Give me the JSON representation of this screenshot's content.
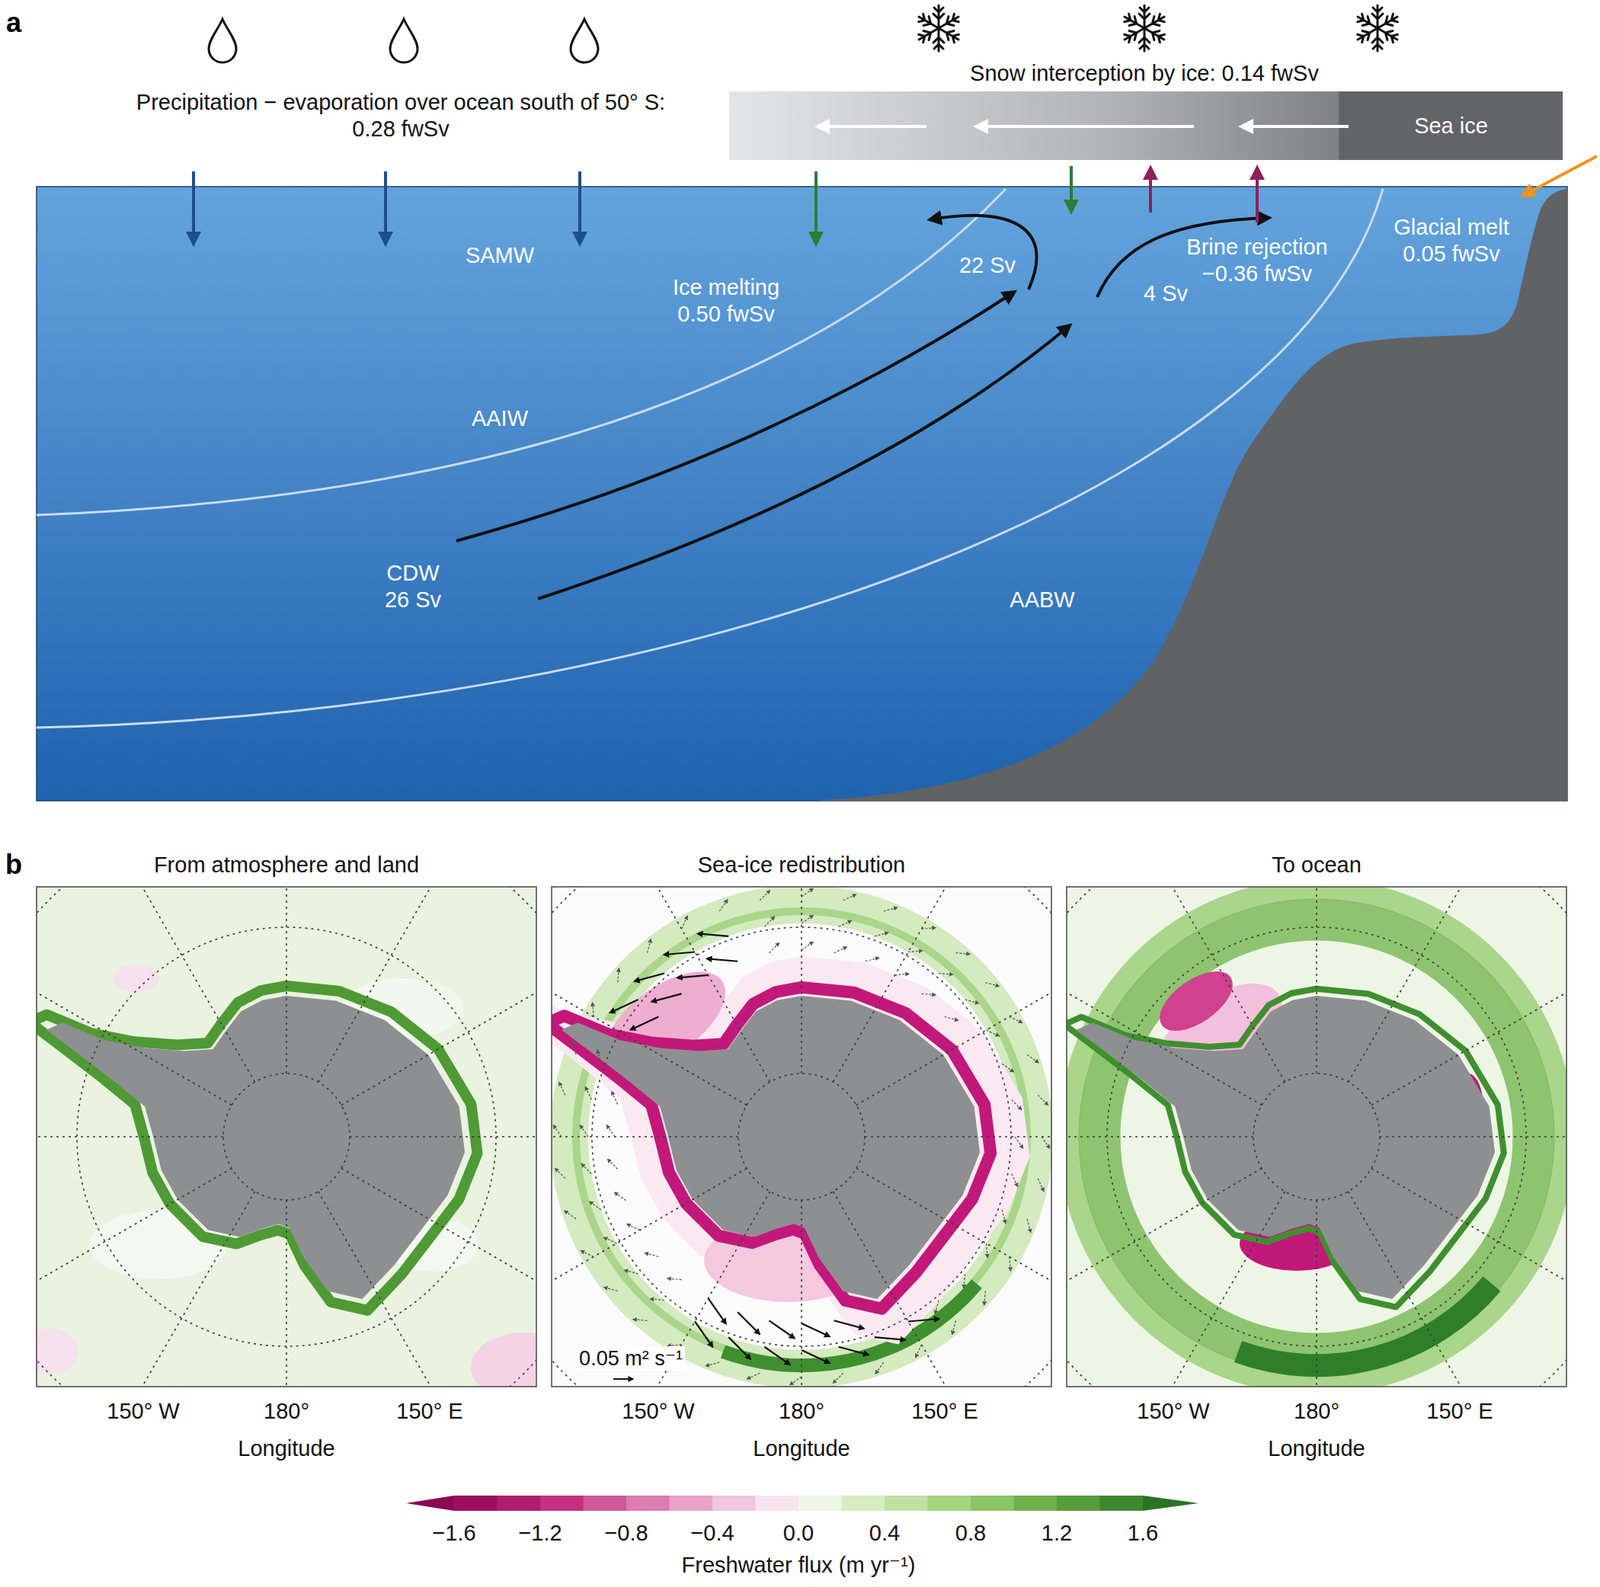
{
  "diagram": {
    "nodes": [
      {
        "text": [
          "Sea ice"
        ]
      }
    ],
    "labels": [
      "a",
      "Precipitation − evaporation over ocean south of 50° S: 0.28 fwSv",
      "Snow interception by ice: 0.14 fwSv",
      "SAMW",
      "AAIW",
      "Ice melting 0.50 fwSv",
      "22 Sv",
      "4 Sv",
      "Brine rejection −0.36 fwSv",
      "Glacial melt 0.05 fwSv",
      "CDW 26 Sv",
      "AABW",
      "b",
      "From atmosphere and land",
      "Sea-ice redistribution",
      "To ocean",
      "150° W",
      "180°",
      "150° E",
      "Longitude",
      "150° W",
      "180°",
      "150° E",
      "Longitude",
      "150° W",
      "180°",
      "150° E",
      "Longitude",
      "0.05 m² s⁻¹",
      "−1.6",
      "−1.2",
      "−0.8",
      "−0.4",
      "0.0",
      "0.4",
      "0.8",
      "1.2",
      "1.6",
      "Freshwater flux (m yr⁻¹)"
    ]
  }
}
